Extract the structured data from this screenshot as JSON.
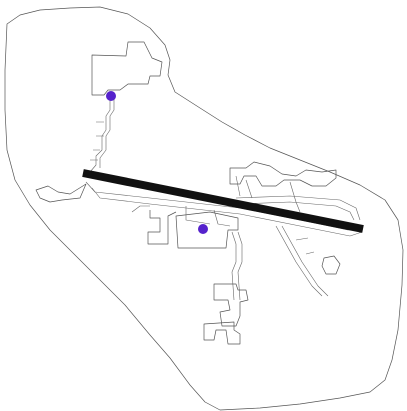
{
  "map": {
    "type": "airport-diagram",
    "runway_count": 1,
    "marker_count": 2,
    "colors": {
      "background": "#ffffff",
      "boundary": "#555555",
      "taxiway": "#666666",
      "runway": "#111111",
      "marker": "#5522cc"
    }
  }
}
